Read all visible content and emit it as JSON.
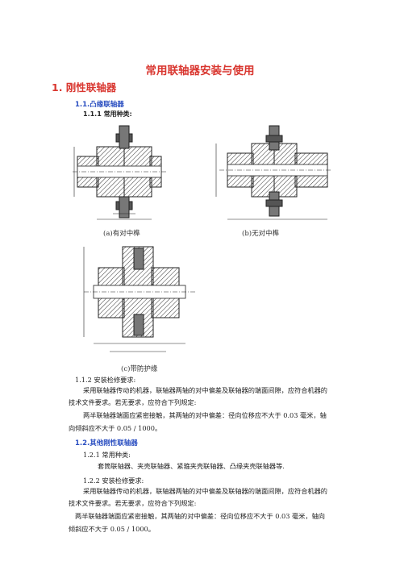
{
  "document": {
    "title": "常用联轴器安装与使用",
    "section1": "1.  刚性联轴器",
    "section1_1": "1.1.凸缘联轴器",
    "section1_1_1": "1.1.1 常用种类:",
    "figures": {
      "a_caption": "(a)有对中榫",
      "b_caption": "(b)无对中榫",
      "c_caption": "(c)带防护缘"
    },
    "section1_1_2": "1.1.2 安装检修要求:",
    "p1_line1": "采用联轴器传动的机器，联轴器两轴的对中偏差及联轴器的端面间隙，应符合机器的",
    "p1_line2": "技术文件要求。若无要求，应符合下列规定:",
    "p2_line1": "两半联轴器端面应紧密接触，其两轴的对中偏差：径向位移应不大于 0.03 毫米，轴",
    "p2_line2": "向倾斜应不大于 0.05 / 1000。",
    "section1_2": "1.2.其他刚性联轴器",
    "section1_2_1": "1.2.1 常用种类:",
    "types_list": "套筒联轴器、夹壳联轴器、紧箍夹壳联轴器、凸缘夹壳联轴器等.",
    "section1_2_2": "1.2.2 安装检修要求:",
    "p3_line1": "采用联轴器传动的机器，联轴器两轴的对中偏差及联轴器的端面间隙，应符合机器的",
    "p3_line2": "技术文件要求。若无要求，应符合下列规定:",
    "p4_line1": "两半联轴器端面应紧密接触，其两轴的对中偏差：径向位移应不大于 0.03 毫米，轴向",
    "p4_line2": "倾斜应不大于 0.05 / 1000。"
  }
}
